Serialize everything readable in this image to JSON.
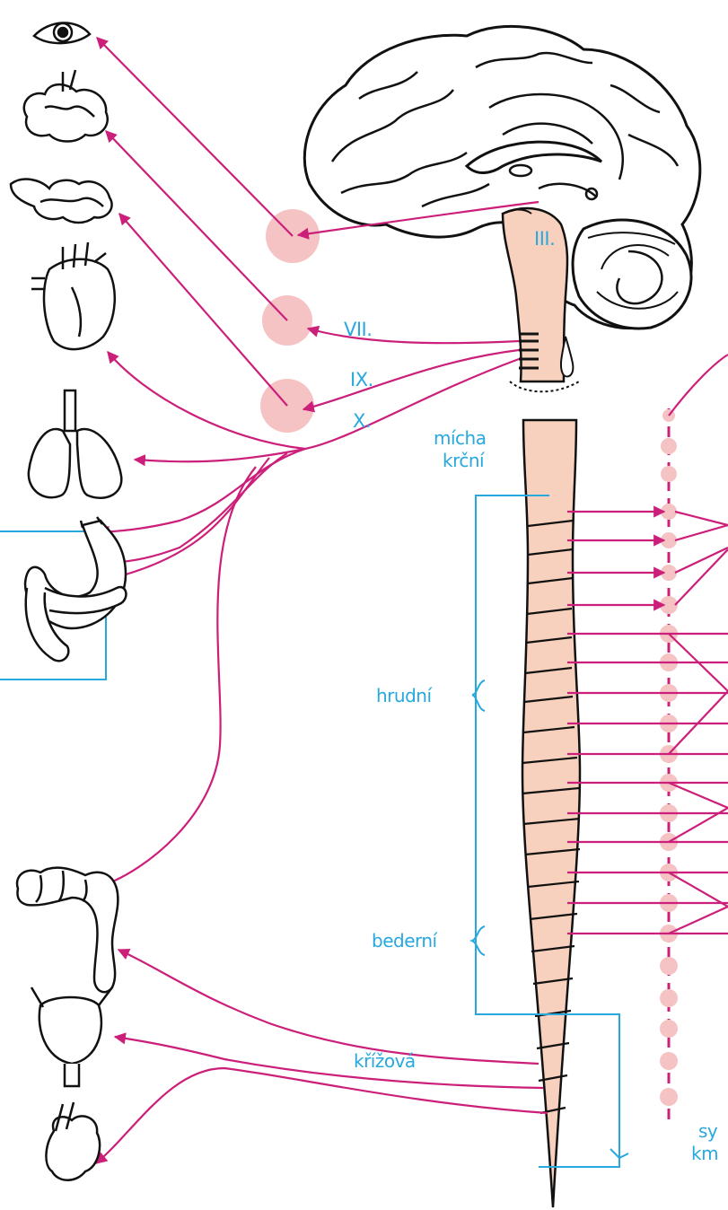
{
  "colors": {
    "nerve": "#cc1f7a",
    "label": "#27a8df",
    "tissue": "#f7d1bd",
    "ganglion": "#f5c3c4",
    "outline": "#111111"
  },
  "cranial_nerves": {
    "n3": "III.",
    "n7": "VII.",
    "n9": "IX.",
    "n10": "X."
  },
  "regions": {
    "cervical_line1": "mícha",
    "cervical_line2": "krční",
    "thoracic": "hrudní",
    "lumbar": "bederní",
    "sacral": "křížová"
  },
  "sympathetic_chain": {
    "line1": "sy",
    "line2": "km"
  },
  "organs": [
    "eye-icon",
    "salivary-gland-icon",
    "parotid-gland-icon",
    "heart-icon",
    "lungs-icon",
    "stomach-pancreas-icon",
    "colon-icon",
    "bladder-icon",
    "genitals-icon"
  ]
}
